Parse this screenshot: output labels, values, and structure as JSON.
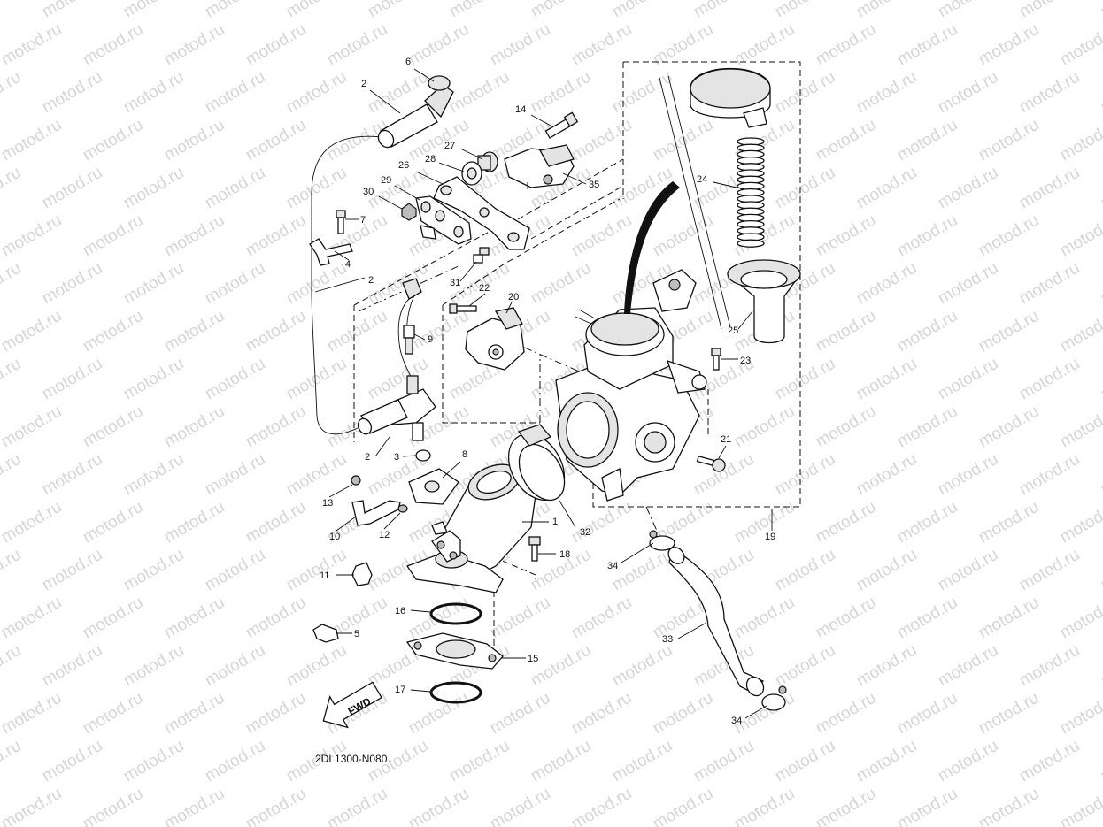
{
  "watermark": {
    "text": "motod.ru"
  },
  "diagram_code": "2DL1300-N080",
  "fwd_label": "FWD",
  "callouts": [
    {
      "id": "c6",
      "text": "6"
    },
    {
      "id": "c2a",
      "text": "2"
    },
    {
      "id": "c14",
      "text": "14"
    },
    {
      "id": "c27",
      "text": "27"
    },
    {
      "id": "c28",
      "text": "28"
    },
    {
      "id": "c26",
      "text": "26"
    },
    {
      "id": "c35",
      "text": "35"
    },
    {
      "id": "c29",
      "text": "29"
    },
    {
      "id": "c30",
      "text": "30"
    },
    {
      "id": "c7",
      "text": "7"
    },
    {
      "id": "c4",
      "text": "4"
    },
    {
      "id": "c2b",
      "text": "2"
    },
    {
      "id": "c31",
      "text": "31"
    },
    {
      "id": "c22",
      "text": "22"
    },
    {
      "id": "c20",
      "text": "20"
    },
    {
      "id": "c9",
      "text": "9"
    },
    {
      "id": "c24",
      "text": "24"
    },
    {
      "id": "c25",
      "text": "25"
    },
    {
      "id": "c23",
      "text": "23"
    },
    {
      "id": "c21",
      "text": "21"
    },
    {
      "id": "c2c",
      "text": "2"
    },
    {
      "id": "c3",
      "text": "3"
    },
    {
      "id": "c8",
      "text": "8"
    },
    {
      "id": "c13",
      "text": "13"
    },
    {
      "id": "c10",
      "text": "10"
    },
    {
      "id": "c12",
      "text": "12"
    },
    {
      "id": "c1",
      "text": "1"
    },
    {
      "id": "c32",
      "text": "32"
    },
    {
      "id": "c19",
      "text": "19"
    },
    {
      "id": "c34a",
      "text": "34"
    },
    {
      "id": "c18",
      "text": "18"
    },
    {
      "id": "c11",
      "text": "11"
    },
    {
      "id": "c16",
      "text": "16"
    },
    {
      "id": "c5",
      "text": "5"
    },
    {
      "id": "c33",
      "text": "33"
    },
    {
      "id": "c15",
      "text": "15"
    },
    {
      "id": "c17",
      "text": "17"
    },
    {
      "id": "c34b",
      "text": "34"
    }
  ]
}
